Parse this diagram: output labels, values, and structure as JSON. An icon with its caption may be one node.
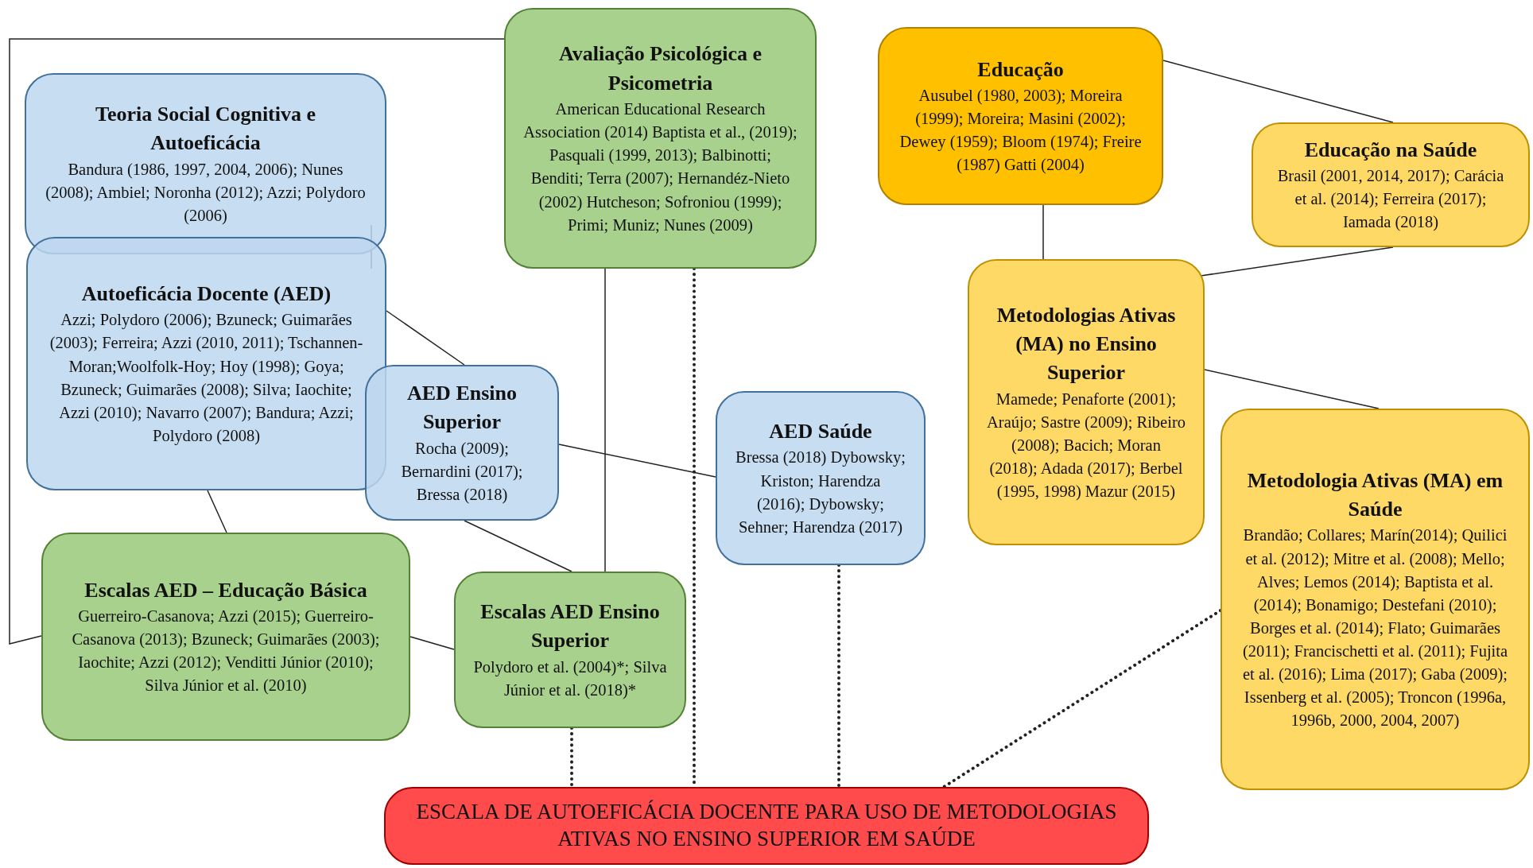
{
  "diagram": {
    "nodes": [
      {
        "text": [
          "Teoria Social Cognitiva e Autoeficácia",
          "Bandura (1986, 1997, 2004, 2006); Nunes (2008); Ambiel; Noronha (2012); Azzi; Polydoro (2006)"
        ]
      },
      {
        "text": [
          "Autoeficácia Docente (AED)",
          "Azzi; Polydoro (2006); Bzuneck; Guimarães (2003); Ferreira; Azzi (2010, 2011); Tschannen-Moran;Woolfolk-Hoy; Hoy (1998); Goya; Bzuneck; Guimarães (2008); Silva; Iaochite; Azzi (2010); Navarro (2007); Bandura; Azzi; Polydoro (2008)"
        ]
      },
      {
        "text": [
          "Avaliação Psicológica e Psicometria",
          "American Educational Research Association (2014) Baptista et al., (2019); Pasquali (1999, 2013); Balbinotti; Benditi; Terra (2007); Hernandéz-Nieto (2002) Hutcheson; Sofroniou (1999); Primi; Muniz; Nunes (2009)"
        ]
      },
      {
        "text": [
          "AED Ensino Superior",
          "Rocha (2009); Bernardini (2017); Bressa (2018)"
        ]
      },
      {
        "text": [
          "AED Saúde",
          "Bressa (2018) Dybowsky; Kriston; Harendza (2016); Dybowsky; Sehner; Harendza (2017)"
        ]
      },
      {
        "text": [
          "Escalas AED – Educação Básica",
          "Guerreiro-Casanova; Azzi (2015); Guerreiro-Casanova (2013); Bzuneck; Guimarães (2003); Iaochite; Azzi (2012); Venditti Júnior (2010); Silva Júnior et al. (2010)"
        ]
      },
      {
        "text": [
          "Escalas AED Ensino Superior",
          "Polydoro et al. (2004)*; Silva Júnior et al. (2018)*"
        ]
      },
      {
        "text": [
          "Educação",
          "Ausubel (1980, 2003); Moreira (1999); Moreira; Masini (2002); Dewey (1959); Bloom (1974); Freire (1987) Gatti (2004)"
        ]
      },
      {
        "text": [
          "Educação na Saúde",
          "Brasil (2001, 2014, 2017); Carácia et al. (2014); Ferreira (2017); Iamada (2018)"
        ]
      },
      {
        "text": [
          "Metodologias Ativas (MA) no Ensino Superior",
          "Mamede; Penaforte (2001); Araújo; Sastre (2009); Ribeiro (2008); Bacich; Moran (2018); Adada (2017); Berbel (1995, 1998) Mazur (2015)"
        ]
      },
      {
        "text": [
          "Metodologia Ativas (MA) em Saúde",
          "Brandão; Collares; Marín(2014); Quilici et al. (2012); Mitre et al. (2008); Mello; Alves; Lemos (2014); Baptista et al. (2014); Bonamigo; Destefani (2010); Borges et al. (2014); Flato; Guimarães (2011); Francischetti et al. (2011); Fujita et al. (2016); Lima (2017); Gaba (2009); Issenberg et al. (2005); Troncon (1996a, 1996b, 2000, 2004, 2007)"
        ]
      },
      {
        "text": [
          "ESCALA DE AUTOEFICÁCIA DOCENTE PARA USO DE METODOLOGIAS ATIVAS NO ENSINO SUPERIOR EM SAÚDE"
        ]
      }
    ],
    "edges": [
      {
        "from": 2,
        "to": 5,
        "arrow": "none"
      },
      {
        "from": 0,
        "to": 1,
        "arrow": "none"
      },
      {
        "from": 1,
        "to": 3,
        "arrow": "none"
      },
      {
        "from": 1,
        "to": 5,
        "arrow": "none"
      },
      {
        "from": 3,
        "to": 4,
        "arrow": "none"
      },
      {
        "from": 3,
        "to": 6,
        "arrow": "none"
      },
      {
        "from": 2,
        "to": 6,
        "arrow": "none"
      },
      {
        "from": 5,
        "to": 6,
        "arrow": "none"
      },
      {
        "from": 7,
        "to": 8,
        "arrow": "none"
      },
      {
        "from": 7,
        "to": 9,
        "arrow": "none"
      },
      {
        "from": 8,
        "to": 9,
        "arrow": "none"
      },
      {
        "from": 9,
        "to": 10,
        "arrow": "none"
      },
      {
        "from": 6,
        "to": 11,
        "arrow": "none",
        "style": "dashed"
      },
      {
        "from": 2,
        "to": 11,
        "arrow": "none",
        "style": "dashed"
      },
      {
        "from": 4,
        "to": 11,
        "arrow": "none",
        "style": "dashed"
      },
      {
        "from": 10,
        "to": 11,
        "arrow": "none",
        "style": "dashed"
      }
    ]
  }
}
